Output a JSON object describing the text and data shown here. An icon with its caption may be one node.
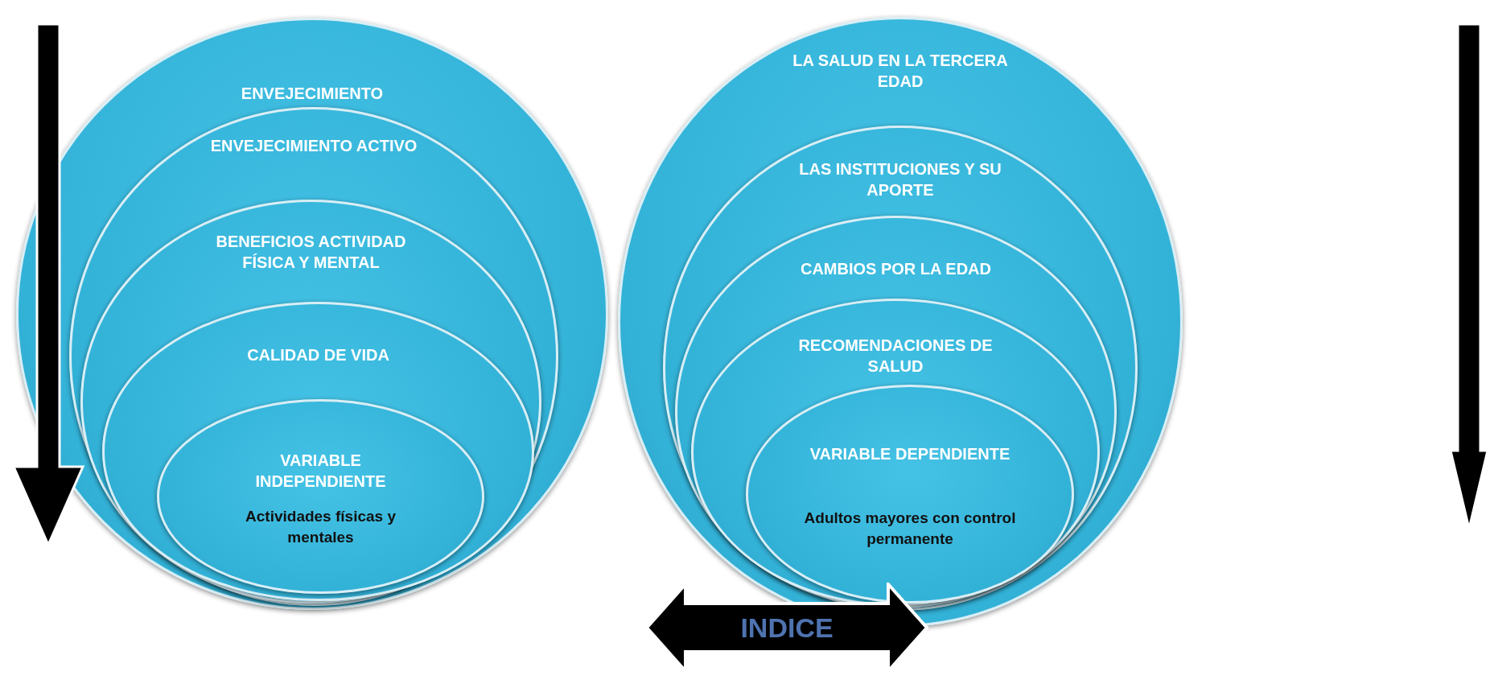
{
  "diagram": {
    "nodes": [
      {
        "text": [
          "ENVEJECIMIENTO"
        ]
      },
      {
        "text": [
          "ENVEJECIMIENTO ACTIVO"
        ],
        "in": 0
      },
      {
        "text": [
          "BENEFICIOS ACTIVIDAD FÍSICA Y MENTAL"
        ],
        "in": 1
      },
      {
        "text": [
          "CALIDAD DE VIDA"
        ],
        "in": 2
      },
      {
        "text": [
          "VARIABLE INDEPENDIENTE",
          "Actividades físicas y mentales"
        ],
        "in": 3
      },
      {
        "text": [
          "LA SALUD EN LA TERCERA EDAD"
        ]
      },
      {
        "text": [
          "LAS INSTITUCIONES Y SU APORTE"
        ],
        "in": 5
      },
      {
        "text": [
          "CAMBIOS POR LA EDAD"
        ],
        "in": 6
      },
      {
        "text": [
          "RECOMENDACIONES DE SALUD"
        ],
        "in": 7
      },
      {
        "text": [
          "VARIABLE DEPENDIENTE",
          "Adultos mayores con control permanente"
        ],
        "in": 8
      },
      {
        "text": [
          "INDICE"
        ]
      }
    ]
  }
}
